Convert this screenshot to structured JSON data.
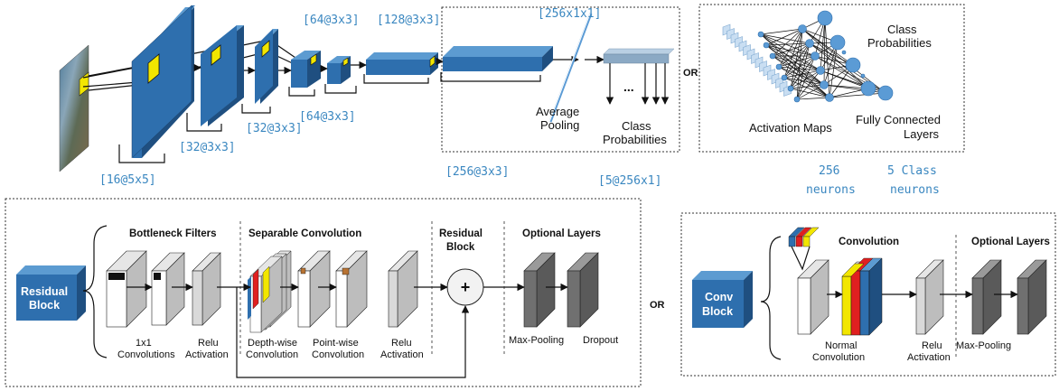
{
  "colors": {
    "blue": "#2e6fae",
    "blue_side": "#1f4f80",
    "blue_top": "#5c9bd1",
    "gray": "#cfcfcf",
    "dark_gray": "#6e6e6e",
    "yellow": "#f2e600",
    "red": "#e02020",
    "node": "#5b9bd5"
  },
  "top": {
    "layer_dims": [
      "[16@5x5]",
      "[32@3x3]",
      "[32@3x3]",
      "[64@3x3]",
      "[64@3x3]",
      "[128@3x3]",
      "[256x1x1]",
      "[256@3x3]",
      "[5@256x1]"
    ],
    "average_pooling": [
      "Average",
      "Pooling"
    ],
    "class_probabilities": [
      "Class",
      "Probabilities"
    ],
    "ellipsis": "...",
    "or": "OR",
    "fc": {
      "class_probabilities": [
        "Class",
        "Probabilities"
      ],
      "activation_maps": "Activation Maps",
      "fully_connected": [
        "Fully Connected",
        "Layers"
      ]
    },
    "neurons_256": [
      "256",
      "neurons"
    ],
    "neurons_5": [
      "5 Class",
      "neurons"
    ]
  },
  "residual": {
    "block_label": [
      "Residual",
      "Block"
    ],
    "bottleneck_title": "Bottleneck Filters",
    "separable_title": "Separable Convolution",
    "residual_title": [
      "Residual",
      "Block"
    ],
    "optional_title": "Optional Layers",
    "plus": "+",
    "labels": {
      "conv1x1": [
        "1x1",
        "Convolutions"
      ],
      "relu1": [
        "Relu",
        "Activation"
      ],
      "depthwise": [
        "Depth-wise",
        "Convolution"
      ],
      "pointwise": [
        "Point-wise",
        "Convolution"
      ],
      "relu2": [
        "Relu",
        "Activation"
      ],
      "maxpool": "Max-Pooling",
      "dropout": "Dropout"
    }
  },
  "middle_or": "OR",
  "conv": {
    "block_label": [
      "Conv",
      "Block"
    ],
    "conv_title": "Convolution",
    "optional_title": "Optional Layers",
    "labels": {
      "normal": [
        "Normal",
        "Convolution"
      ],
      "relu": [
        "Relu",
        "Activation"
      ],
      "maxpool": "Max-Pooling"
    }
  }
}
